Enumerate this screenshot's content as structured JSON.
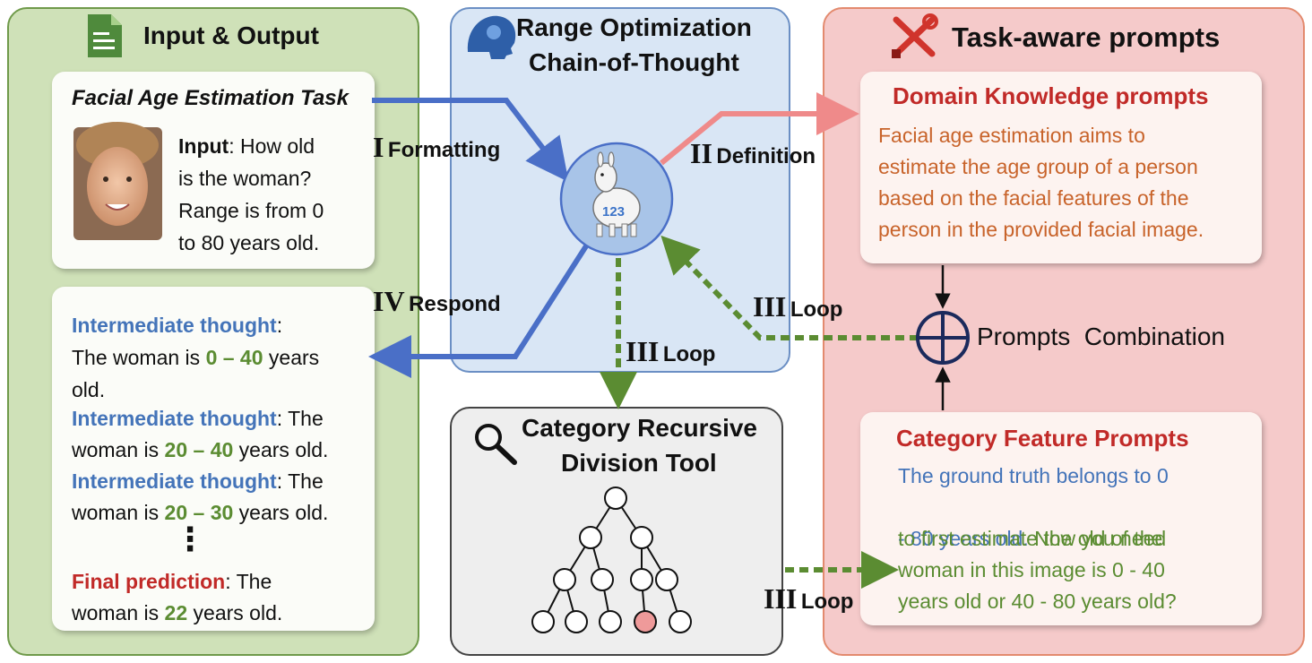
{
  "colors": {
    "io_panel": "#cfe1b8",
    "range_panel": "#d9e6f5",
    "prompts_panel": "#f5caca",
    "tool_panel": "#eeeeee",
    "arrow_blue": "#4a6fc7",
    "arrow_pink": "#ef8a8a",
    "arrow_green": "#5b8c32",
    "text_blue": "#4474b9",
    "text_green": "#5b8c32",
    "text_red": "#c12a28",
    "text_orange": "#c8632a"
  },
  "icons": {
    "io": "document-icon",
    "range": "brain-head-icon",
    "prompts": "tools-icon",
    "tool": "magnifier-icon",
    "center": "llama-icon",
    "combine": "circled-plus-icon"
  },
  "io": {
    "title": "Input & Output",
    "task_title": "Facial Age Estimation Task",
    "input_label": "Input",
    "input_lines": [
      ": How old",
      "is the woman?",
      "Range is from 0",
      "to 80 years old."
    ],
    "thought_label": "Intermediate thought",
    "t1_colon": ":",
    "t1_pre": "The woman is ",
    "t1_range": "0 – 40",
    "t1_post": " years",
    "t1_end": "old.",
    "t2_after": ": The",
    "t2_pre": "woman is ",
    "t2_range": "20 – 40",
    "t2_post": " years old.",
    "t3_after": ": The",
    "t3_pre": "woman is ",
    "t3_range": "20 – 30",
    "t3_post": " years old.",
    "ellipsis": "⋮",
    "final_label": "Final prediction",
    "final_after": ": The",
    "final_pre": "woman is ",
    "final_value": "22",
    "final_post": " years old."
  },
  "range": {
    "title_line1": "Range Optimization",
    "title_line2": "Chain-of-Thought",
    "badge": "123"
  },
  "prompts": {
    "title": "Task-aware prompts",
    "dk_title": "Domain Knowledge prompts",
    "dk_lines": [
      "Facial age estimation aims to",
      "estimate the age group of a person",
      "based on the facial features of the",
      "person in the provided facial image."
    ],
    "combination": "Prompts  Combination",
    "cf_title": "Category Feature Prompts",
    "cf_line1": "The ground truth belongs to 0",
    "cf_line2_blue": "- 80 years old. ",
    "cf_line2_green": "Now you need",
    "cf_lines_green": [
      "to first estimate the old of the",
      "woman in this image is 0 - 40",
      "years old or 40 - 80 years old?"
    ]
  },
  "tool": {
    "title_line1": "Category Recursive",
    "title_line2": "Division Tool"
  },
  "steps": {
    "formatting_num": "I",
    "formatting": "Formatting",
    "definition_num": "II",
    "definition": "Definition",
    "loop_num": "III",
    "loop": "Loop",
    "respond_num": "IV",
    "respond": "Respond"
  }
}
